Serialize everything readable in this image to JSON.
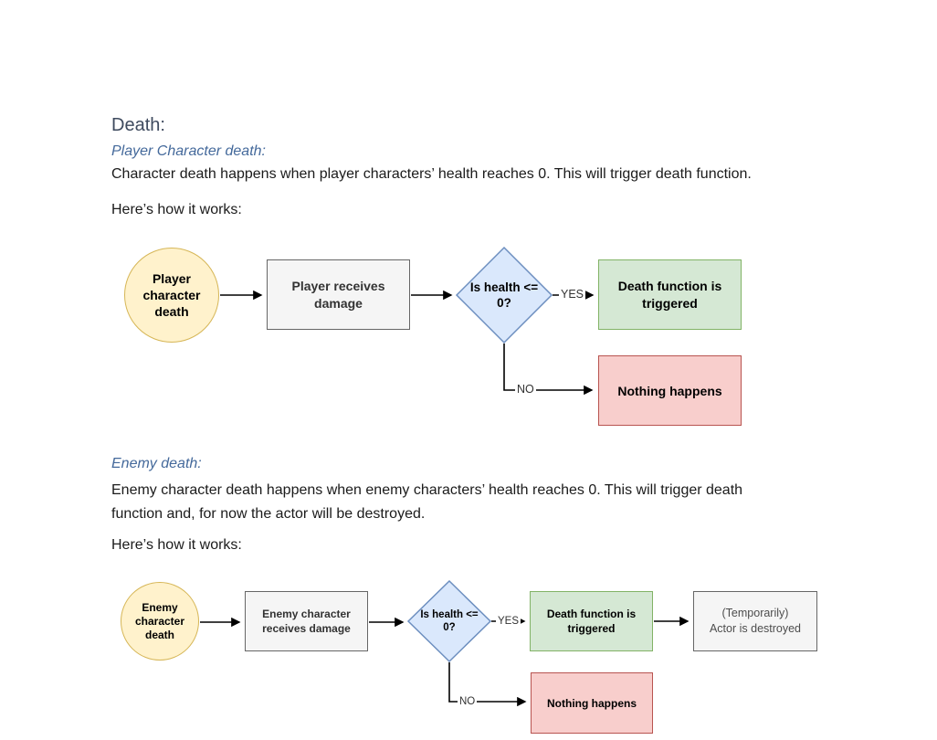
{
  "colors": {
    "heading": "#3E4A5E",
    "subheading": "#44699B",
    "body_text": "#1B1B1B",
    "node_yellow_fill": "#FFF2CC",
    "node_yellow_border": "#D6B656",
    "node_gray_fill": "#F5F5F5",
    "node_gray_border": "#666666",
    "node_blue_fill": "#DAE8FC",
    "node_blue_border": "#6C8EBF",
    "node_green_fill": "#D5E8D4",
    "node_green_border": "#82B366",
    "node_red_fill": "#F8CECC",
    "node_red_border": "#B85450",
    "connector": "#000000"
  },
  "document": {
    "heading": "Death:",
    "sections": [
      {
        "subheading": "Player Character death:",
        "paragraph": "Character death happens when player characters’ health reaches 0. This will trigger death function.",
        "intro": "Here’s how it works:"
      },
      {
        "subheading": "Enemy death:",
        "paragraph_line1": "Enemy character death happens when enemy characters’ health reaches 0. This will trigger death",
        "paragraph_line2": "function and, for now the actor will be destroyed.",
        "intro": "Here’s how it works:"
      }
    ]
  },
  "charts": {
    "player": {
      "start": "Player\ncharacter\ndeath",
      "damage": "Player receives\ndamage",
      "decision": "Is health <=\n0?",
      "yes_label": "YES",
      "no_label": "NO",
      "death_function": "Death function is\ntriggered",
      "nothing": "Nothing happens"
    },
    "enemy": {
      "start": "Enemy\ncharacter\ndeath",
      "damage": "Enemy character\nreceives damage",
      "decision": "Is health <=\n0?",
      "yes_label": "YES",
      "no_label": "NO",
      "death_function": "Death function is\ntriggered",
      "destroyed": "(Temporarily)\nActor is destroyed",
      "nothing": "Nothing happens"
    }
  }
}
